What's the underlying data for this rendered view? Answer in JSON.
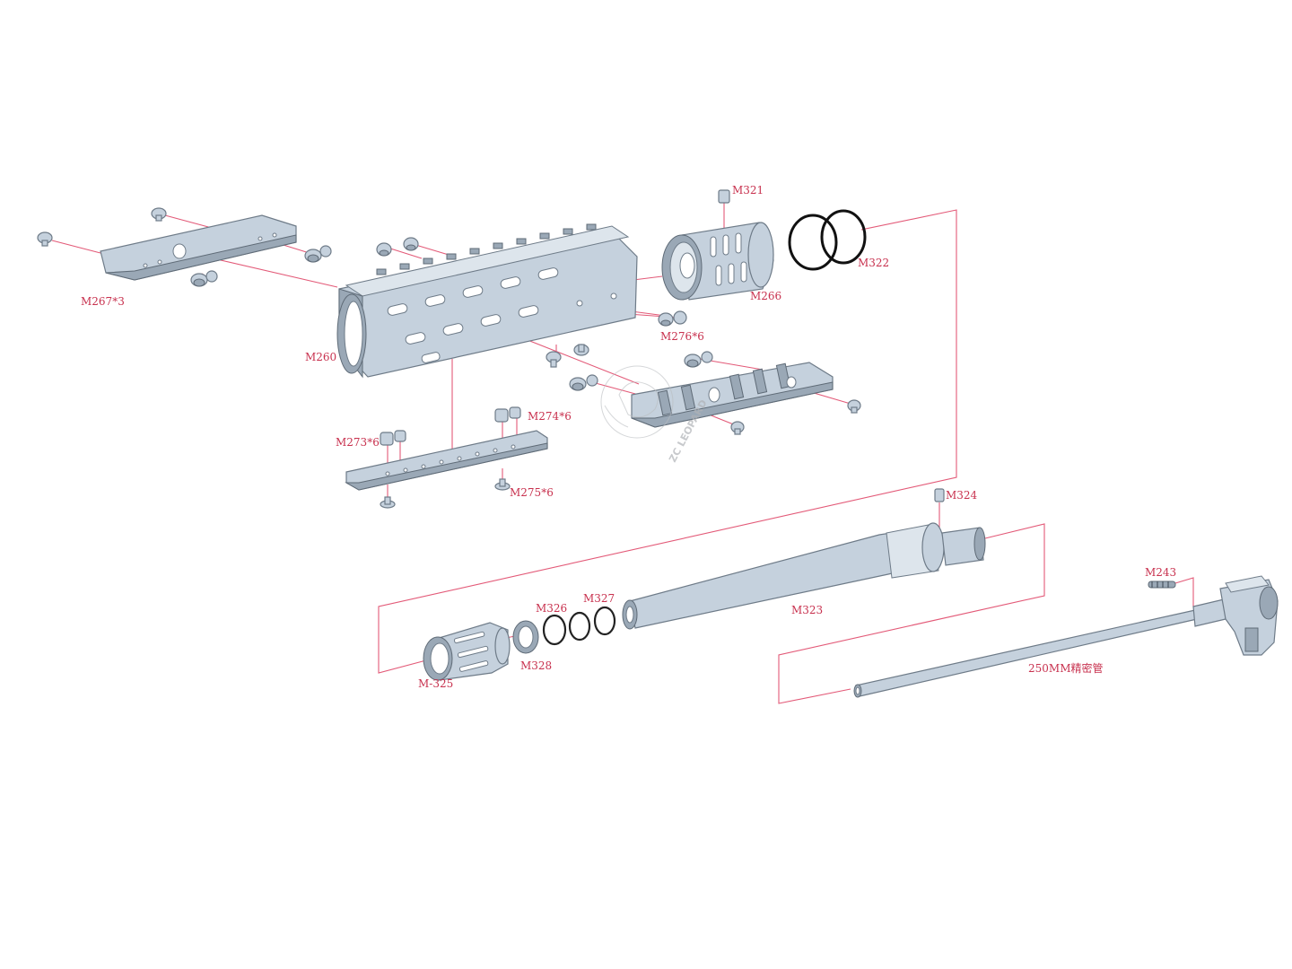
{
  "labels": {
    "m321": "M321",
    "m322": "M322",
    "m266": "M266",
    "m267": "M267*3",
    "m260": "M260",
    "m276": "M276*6",
    "m273": "M273*6",
    "m274": "M274*6",
    "m275": "M275*6",
    "m324": "M324",
    "m323": "M323",
    "m326": "M326",
    "m327": "M327",
    "m328": "M328",
    "m325": "M-325",
    "m243": "M243",
    "inner_barrel": "250MM精密管"
  },
  "watermark": "ZC LEOPARD",
  "colors": {
    "part_fill": "#c5d1dd",
    "label_text": "#c8324f",
    "leader_line": "#e35a78",
    "ring": "#111111"
  }
}
